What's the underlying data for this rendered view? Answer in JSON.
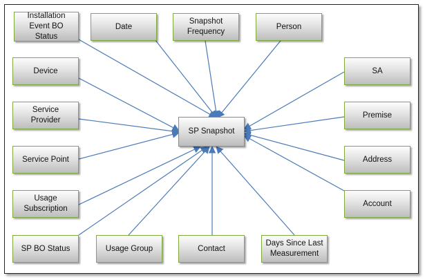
{
  "diagram": {
    "center": {
      "id": "center",
      "label": "SP Snapshot"
    },
    "nodes": [
      {
        "id": "installation",
        "label": "Installation\nEvent BO\nStatus"
      },
      {
        "id": "date",
        "label": "Date"
      },
      {
        "id": "snapshot-frequency",
        "label": "Snapshot\nFrequency"
      },
      {
        "id": "person",
        "label": "Person"
      },
      {
        "id": "device",
        "label": "Device"
      },
      {
        "id": "service-provider",
        "label": "Service\nProvider"
      },
      {
        "id": "service-point",
        "label": "Service Point"
      },
      {
        "id": "usage-subscription",
        "label": "Usage\nSubscription"
      },
      {
        "id": "sp-bo-status",
        "label": "SP BO Status"
      },
      {
        "id": "usage-group",
        "label": "Usage Group"
      },
      {
        "id": "contact",
        "label": "Contact"
      },
      {
        "id": "days-since",
        "label": "Days Since Last\nMeasurement"
      },
      {
        "id": "sa",
        "label": "SA"
      },
      {
        "id": "premise",
        "label": "Premise"
      },
      {
        "id": "address",
        "label": "Address"
      },
      {
        "id": "account",
        "label": "Account"
      }
    ],
    "edges": [
      {
        "from": "installation",
        "to": "center"
      },
      {
        "from": "date",
        "to": "center"
      },
      {
        "from": "snapshot-frequency",
        "to": "center"
      },
      {
        "from": "person",
        "to": "center"
      },
      {
        "from": "device",
        "to": "center"
      },
      {
        "from": "service-provider",
        "to": "center"
      },
      {
        "from": "service-point",
        "to": "center"
      },
      {
        "from": "usage-subscription",
        "to": "center"
      },
      {
        "from": "sp-bo-status",
        "to": "center"
      },
      {
        "from": "usage-group",
        "to": "center"
      },
      {
        "from": "contact",
        "to": "center"
      },
      {
        "from": "days-since",
        "to": "center"
      },
      {
        "from": "sa",
        "to": "center"
      },
      {
        "from": "premise",
        "to": "center"
      },
      {
        "from": "address",
        "to": "center"
      },
      {
        "from": "account",
        "to": "center"
      }
    ],
    "colors": {
      "edge": "#4a7ab8",
      "node_border": "#7faa3c"
    }
  }
}
